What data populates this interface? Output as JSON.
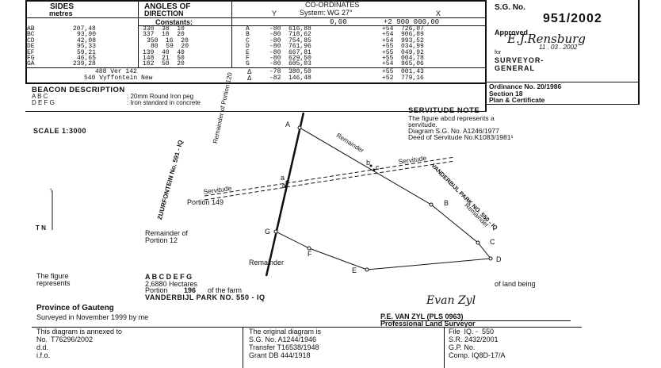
{
  "header": {
    "sides_title": "SIDES",
    "sides_unit": "metres",
    "angles_title": "ANGLES OF",
    "angles_sub": "DIRECTION",
    "coords_title": "CO-ORDINATES",
    "coords_y": "Y",
    "coords_system": "System: WG 27°",
    "coords_x": "X",
    "constants_label": "Constants:",
    "const_y": "0,00",
    "const_x": "+2 900 000,00"
  },
  "sides": [
    {
      "name": "AB",
      "length": "207,48",
      "angle": "330  38  10"
    },
    {
      "name": "BC",
      "length": "93,90",
      "angle": "337  18  20"
    },
    {
      "name": "CD",
      "length": "42,08",
      "angle": "350  16  20"
    },
    {
      "name": "DE",
      "length": "95,33",
      "angle": "80  59  20"
    },
    {
      "name": "EF",
      "length": "59,21",
      "angle": "139  40  40"
    },
    {
      "name": "FG",
      "length": "46,65",
      "angle": "148  21  50"
    },
    {
      "name": "GA",
      "length": "239,28",
      "angle": "182  50  20"
    }
  ],
  "coords": [
    {
      "pt": "A",
      "y": "-80  616,88",
      "x": "+54  726,07"
    },
    {
      "pt": "B",
      "y": "-80  718,62",
      "x": "+54  906,89"
    },
    {
      "pt": "C",
      "y": "-80  754,85",
      "x": "+54  993,52"
    },
    {
      "pt": "D",
      "y": "-80  761,96",
      "x": "+55  034,99"
    },
    {
      "pt": "E",
      "y": "-80  667,81",
      "x": "+55  049,92"
    },
    {
      "pt": "F",
      "y": "-80  629,50",
      "x": "+55  004,78"
    },
    {
      "pt": "G",
      "y": "-80  605,03",
      "x": "+54  965,06"
    }
  ],
  "ref_marks": [
    {
      "label": "488 Ver 142",
      "sym": "Δ",
      "y": "-78  380,50",
      "x": "+55  001,43"
    },
    {
      "label": "540 Vyffontein New",
      "sym": "Δ",
      "y": "-82  146,48",
      "x": "+52  779,16"
    }
  ],
  "sg": {
    "label": "S.G. No.",
    "number": "951/2002",
    "approved": "Approved",
    "signature": "E.J.Rensburg",
    "for": "for",
    "date": "11 . 03 . 2002",
    "surveyor": "SURVEYOR-",
    "general": "GENERAL"
  },
  "ordinance": {
    "line1": "Ordinance No. 20/1986",
    "line2": "Section 18",
    "line3": "Plan & Certificate"
  },
  "beacon": {
    "title": "BEACON DESCRIPTION",
    "rows": [
      {
        "pts": "A B C",
        "desc": ": 20mm Round Iron peg"
      },
      {
        "pts": "D E F G",
        "desc": ": Iron standard in concrete"
      }
    ]
  },
  "servitude_note": {
    "title": "SERVITUDE NOTE",
    "lines": [
      "The figure abcd represents a",
      "servitude.",
      "Diagram S.G. No. A1246/1977",
      "Deed of Servitude No.K1083/1981ˢ"
    ]
  },
  "scale": "SCALE 1:3000",
  "north": {
    "tn": "T N",
    "n": "N"
  },
  "map_labels": {
    "A": "A",
    "B": "B",
    "C": "C",
    "D": "D",
    "E": "E",
    "F": "F",
    "G": "G",
    "a": "a",
    "b": "b",
    "c": "c",
    "d": "d",
    "remainder_portion120": "Remainder of Portion 120",
    "zuurfontein": "ZUURFONTEIN No. 591 - IQ",
    "remainder_top": "Remainder",
    "servitude_top": "Servitude",
    "servitude_left": "Servitude",
    "portion149": "Portion 149",
    "vanderbijl": "VANDERBIJL PARK NO. 550 - IQ",
    "remainder_right": "Remainder",
    "remainder_portion12_a": "Remainder of",
    "remainder_portion12_b": "Portion 12",
    "remainder_bottom": "Remainder"
  },
  "figure": {
    "the_figure": "The figure",
    "represents": "represents",
    "points": "A B C D E F G",
    "area": "2,6880 Hectares",
    "portion_prefix": "Portion",
    "portion_no": "196",
    "of_farm": "of the farm",
    "land_being": "of land being",
    "farm_name": "VANDERBIJL PARK NO. 550 - IQ",
    "province": "Province of Gauteng",
    "surveyed": "Surveyed in November 1999 by me",
    "surveyor_sig": "Evan Zyl",
    "surveyor_name": "P.E. VAN ZYL (PLS 0963)",
    "surveyor_title": "Professional Land Surveyor"
  },
  "footer": {
    "annexed": "This diagram is annexed to",
    "no_label": "No.",
    "no_value": "T76296/2002",
    "dd": "d.d.",
    "ifo": "i.f.o.",
    "original": "The original diagram is",
    "sg_orig": "S.G. No. A1244/1946",
    "transfer": "Transfer T16538/1948",
    "grant": "Grant DB 444/1918",
    "file": "File  IQ. -  550",
    "sr": "S.R. 2432/2001",
    "gp": "G.P. No.",
    "comp": "Comp. IQ8D-17/A"
  }
}
